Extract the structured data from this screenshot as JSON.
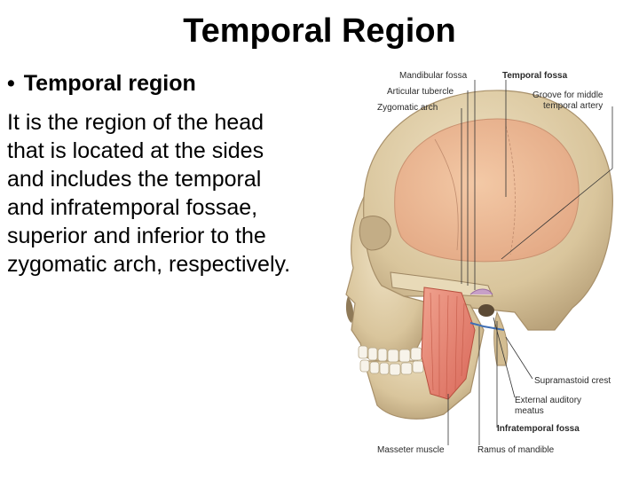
{
  "slide": {
    "title": "Temporal Region",
    "bullet": "Temporal region",
    "body_lines": [
      "It is the region of the head",
      "that is located at the sides",
      "and includes the temporal",
      "and infratemporal fossae,",
      "superior and inferior to the",
      "zygomatic arch, respectively."
    ]
  },
  "figure": {
    "labels": {
      "mandibular_fossa": "Mandibular fossa",
      "articular_tubercle": "Articular tubercle",
      "zygomatic_arch": "Zygomatic arch",
      "temporal_fossa": "Temporal fossa",
      "groove_1": "Groove for middle",
      "groove_2": "temporal artery",
      "supramastoid_crest": "Supramastoid crest",
      "ext_auditory_1": "External auditory",
      "ext_auditory_2": "meatus",
      "infratemporal_fossa": "Infratemporal fossa",
      "masseter_muscle": "Masseter muscle",
      "ramus": "Ramus of mandible"
    }
  }
}
